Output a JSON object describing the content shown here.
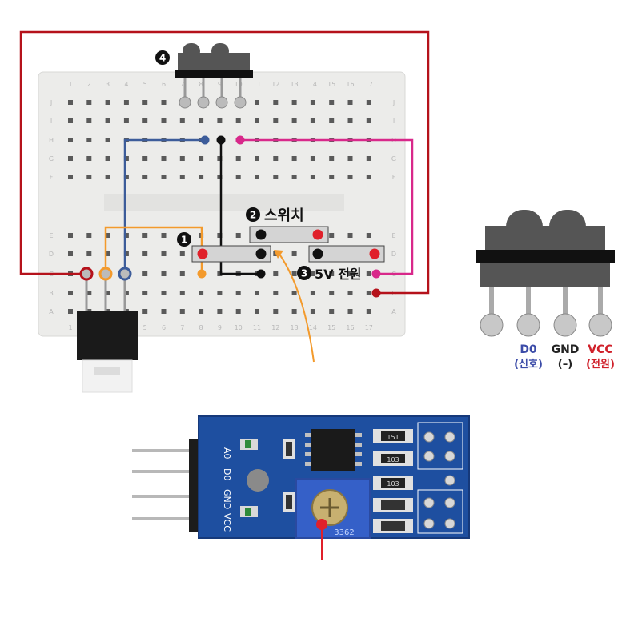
{
  "markers": {
    "m1": "1",
    "m2": "2",
    "m3": "3",
    "m4": "4"
  },
  "labels": {
    "switch": "스위치",
    "power": "5V 전원"
  },
  "sensor_pins": [
    {
      "name": "D0",
      "desc": "(신호)",
      "color": "#3b4ba8"
    },
    {
      "name": "GND",
      "desc": "(–)",
      "color": "#222222"
    },
    {
      "name": "VCC",
      "desc": "(전원)",
      "color": "#d0202a"
    }
  ],
  "module_silkscreen": {
    "pins": [
      "A0",
      "D0",
      "GND",
      "VCC"
    ],
    "chip_labels": [
      "151",
      "103",
      "103"
    ],
    "pot_label": "3362"
  },
  "breadboard": {
    "column_numbers": [
      "1",
      "2",
      "3",
      "4",
      "5",
      "6",
      "7",
      "8",
      "9",
      "10",
      "11",
      "12",
      "13",
      "14",
      "15",
      "16",
      "17"
    ],
    "row_letters_top": [
      "J",
      "I",
      "H",
      "G",
      "F"
    ],
    "row_letters_bottom": [
      "E",
      "D",
      "C",
      "B",
      "A"
    ]
  },
  "colors": {
    "wire_red": "#b5121b",
    "wire_blue": "#3c5c9a",
    "wire_orange": "#f39a2c",
    "wire_magenta": "#d8288a",
    "wire_black": "#111111",
    "pcb_blue": "#1e4fa0"
  }
}
